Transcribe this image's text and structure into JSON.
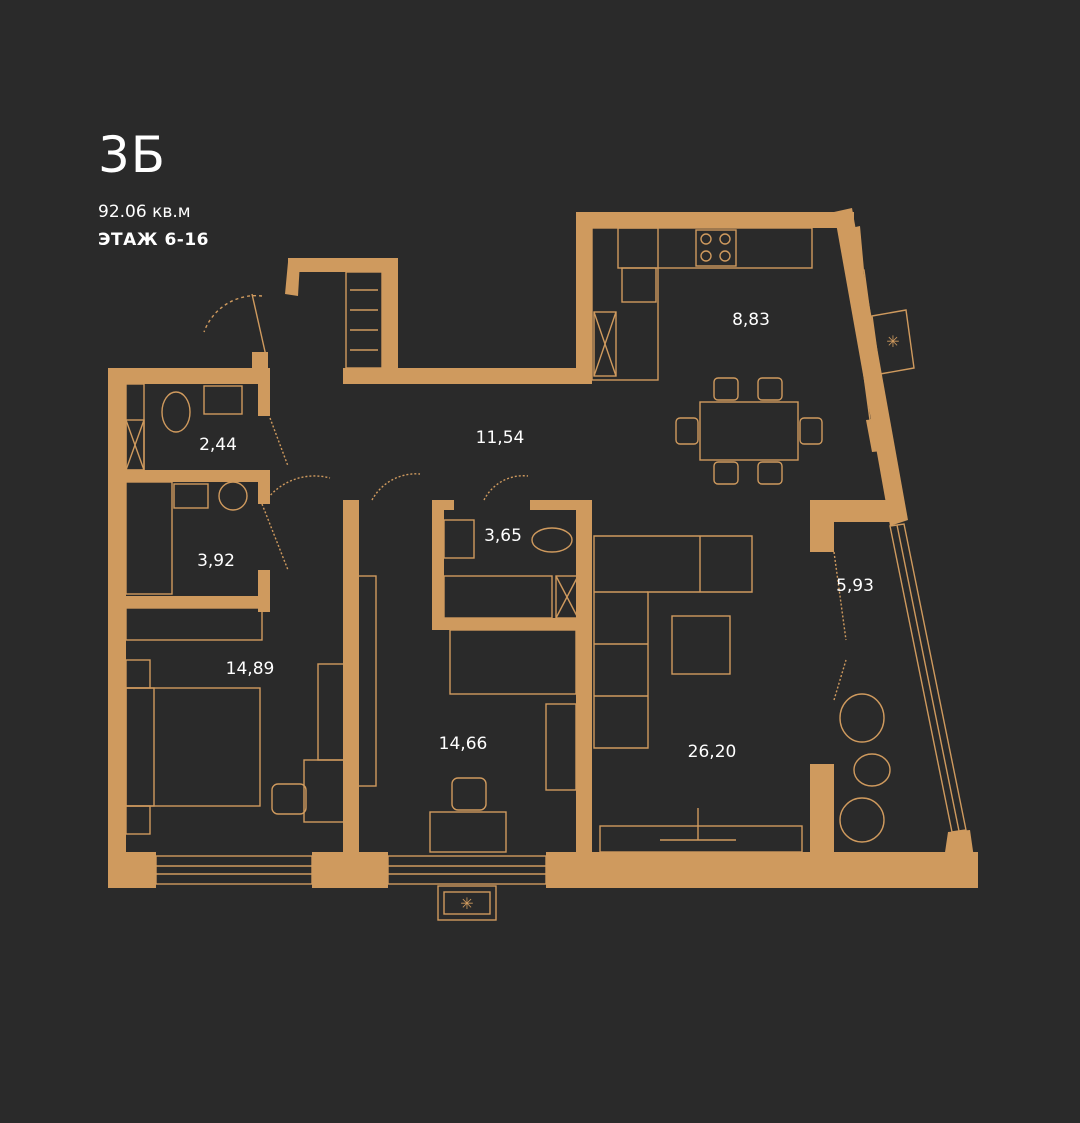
{
  "apartment": {
    "type": "3Б",
    "area": "92.06 кв.м",
    "floor": "ЭТАЖ 6-16"
  },
  "rooms": [
    {
      "area": "8,83"
    },
    {
      "area": "11,54"
    },
    {
      "area": "2,44"
    },
    {
      "area": "3,92"
    },
    {
      "area": "3,65"
    },
    {
      "area": "5,93"
    },
    {
      "area": "14,89"
    },
    {
      "area": "14,66"
    },
    {
      "area": "26,20"
    }
  ],
  "colors": {
    "background": "#2a2a2a",
    "wall": "#cf9a5e",
    "text": "#ffffff"
  }
}
